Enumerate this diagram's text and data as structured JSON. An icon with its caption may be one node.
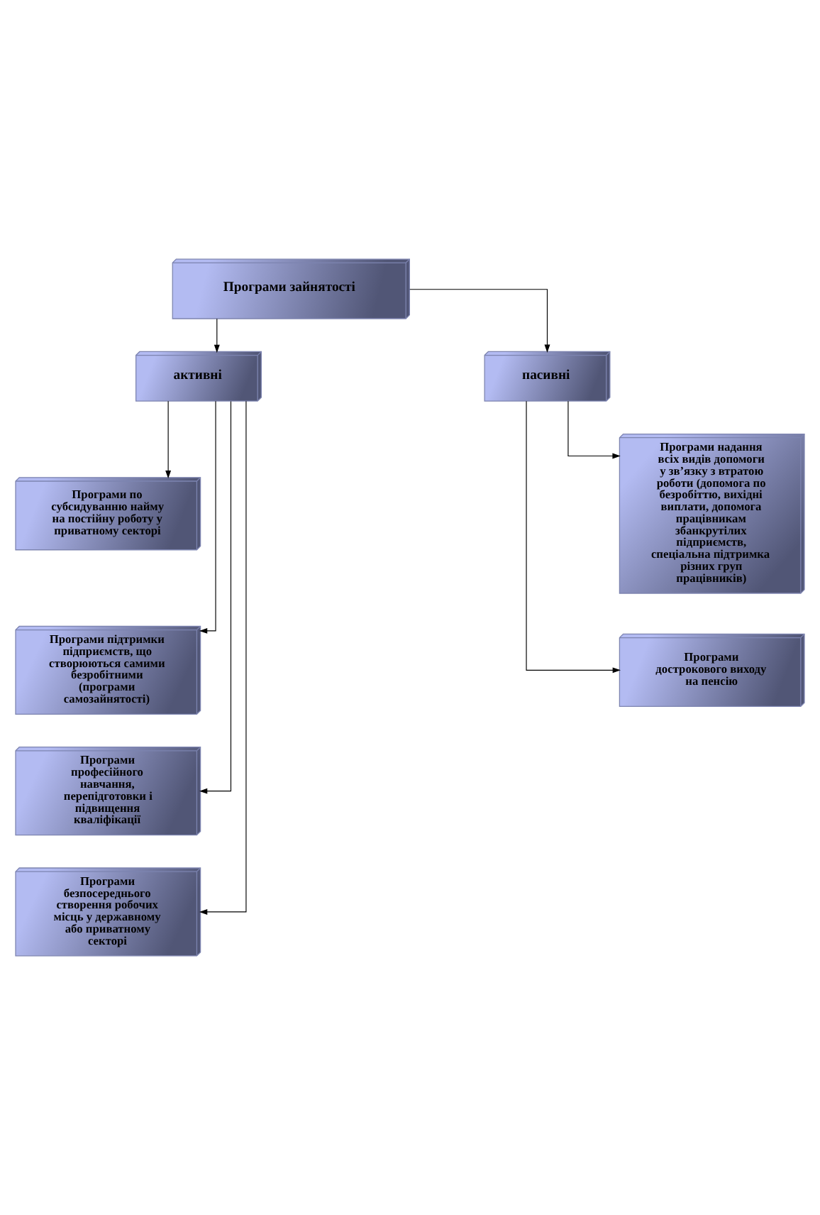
{
  "diagram": {
    "nodes": [
      {
        "text": [
          "Програми зайнятості"
        ]
      },
      {
        "text": [
          "активні"
        ]
      },
      {
        "text": [
          "пасивні"
        ]
      },
      {
        "text": [
          "Програми по субсидуванню найму на постійну роботу у приватному секторі"
        ]
      },
      {
        "text": [
          "Програми підтримки підприємств, що створюються самими безробітними (програми самозайнятості)"
        ]
      },
      {
        "text": [
          "Програми професійного навчання, перепідготовки і підвищення кваліфікації"
        ]
      },
      {
        "text": [
          "Програми безпосереднього створення робочих місць у державному або приватному секторі"
        ]
      },
      {
        "text": [
          "Програми надання всіх видів допомоги у зв’язку з втратою роботи (допомога по безробіттю, вихідні виплати, допомога працівникам збанкрутілих підприємств, спеціальна підтримка різних груп працівників)"
        ]
      },
      {
        "text": [
          "Програми дострокового виходу на пенсію"
        ]
      }
    ],
    "edges": [
      {
        "from": 0,
        "to": 1,
        "arrow": "to"
      },
      {
        "from": 0,
        "to": 2,
        "arrow": "to"
      },
      {
        "from": 1,
        "to": 3,
        "arrow": "to"
      },
      {
        "from": 1,
        "to": 4,
        "arrow": "to"
      },
      {
        "from": 1,
        "to": 5,
        "arrow": "to"
      },
      {
        "from": 1,
        "to": 6,
        "arrow": "to"
      },
      {
        "from": 2,
        "to": 7,
        "arrow": "to"
      },
      {
        "from": 2,
        "to": 8,
        "arrow": "to"
      }
    ]
  }
}
